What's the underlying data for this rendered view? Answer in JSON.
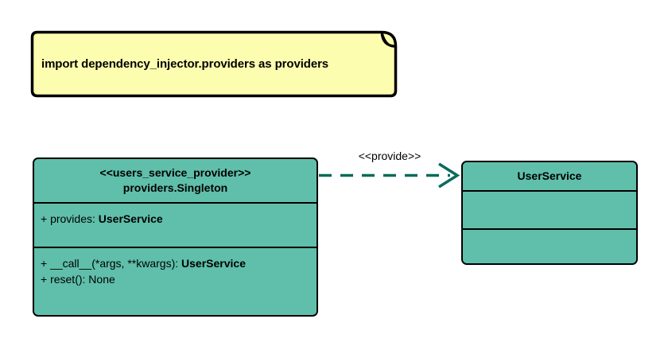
{
  "diagram": {
    "type": "uml-class-diagram",
    "background_color": "#ffffff",
    "note": {
      "text": "import dependency_injector.providers as providers",
      "fill_color": "#FDFDB0",
      "border_color": "#000000"
    },
    "classes": [
      {
        "id": "users-service-provider",
        "stereotype": "<<users_service_provider>>",
        "name": "providers.Singleton",
        "fill_color": "#5FBFAA",
        "border_color": "#000000",
        "attributes": [
          {
            "prefix": "+ provides: ",
            "type": "UserService"
          }
        ],
        "operations": [
          {
            "prefix": "+ __call__(*args, **kwargs): ",
            "type": "UserService"
          },
          {
            "prefix": "+ reset(): None",
            "type": ""
          }
        ]
      },
      {
        "id": "user-service",
        "stereotype": "",
        "name": "UserService",
        "fill_color": "#5FBFAA",
        "border_color": "#000000",
        "attributes": [],
        "operations": []
      }
    ],
    "relationship": {
      "kind": "dependency",
      "label": "<<provide>>",
      "line_style": "dashed",
      "arrow_head": "open",
      "color": "#0B6B5B",
      "source": "users-service-provider",
      "target": "user-service"
    }
  }
}
